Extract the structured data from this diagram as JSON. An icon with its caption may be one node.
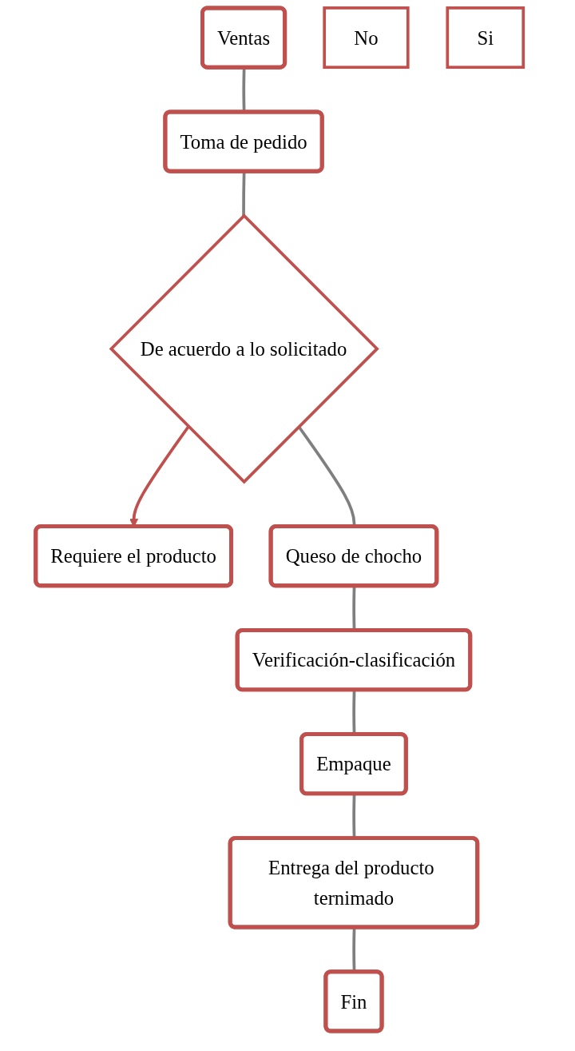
{
  "diagram": {
    "nodes": [
      {
        "text": [
          "Ventas"
        ]
      },
      {
        "text": [
          "Toma de pedido"
        ]
      },
      {
        "text": [
          "No"
        ]
      },
      {
        "text": [
          "De acuerdo a lo solicitado"
        ]
      },
      {
        "text": [
          "Requiere el producto"
        ]
      },
      {
        "text": [
          "Si"
        ]
      },
      {
        "text": [
          "Queso de chocho"
        ]
      },
      {
        "text": [
          "Verificación-clasificación"
        ]
      },
      {
        "text": [
          "Empaque"
        ]
      },
      {
        "text": [
          "Entrega del producto ternimado"
        ]
      },
      {
        "text": [
          "Fin"
        ]
      }
    ],
    "edges": [
      {
        "from": 0,
        "to": 1,
        "arrow": "none"
      },
      {
        "from": 1,
        "to": 3,
        "arrow": "none"
      },
      {
        "from": 3,
        "to": 4,
        "arrow": "to",
        "color": "#c0504d"
      },
      {
        "from": 3,
        "to": 6,
        "arrow": "none"
      },
      {
        "from": 6,
        "to": 7,
        "arrow": "none"
      },
      {
        "from": 7,
        "to": 8,
        "arrow": "none"
      },
      {
        "from": 8,
        "to": 9,
        "arrow": "none"
      },
      {
        "from": 9,
        "to": 10,
        "arrow": "none"
      }
    ]
  }
}
